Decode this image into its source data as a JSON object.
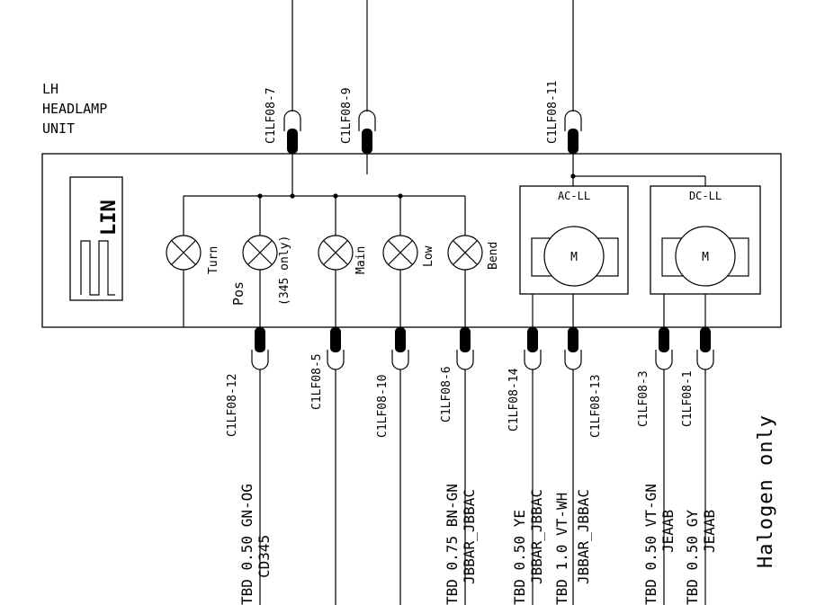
{
  "unit_title": [
    "LH",
    "HEADLAMP",
    "UNIT"
  ],
  "lin_label": "LIN",
  "top_connectors": [
    "C1LF08-7",
    "C1LF08-9",
    "C1LF08-11"
  ],
  "lamps": [
    {
      "label": "Turn"
    },
    {
      "label": "Pos",
      "sub": "(345 only)"
    },
    {
      "label": "Main"
    },
    {
      "label": "Low"
    },
    {
      "label": "Bend"
    }
  ],
  "motors": [
    {
      "title": "AC-LL",
      "symbol": "M"
    },
    {
      "title": "DC-LL",
      "symbol": "M"
    }
  ],
  "bottom_connectors": [
    "C1LF08-12",
    "C1LF08-5",
    "C1LF08-10",
    "C1LF08-6",
    "C1LF08-14",
    "C1LF08-13",
    "C1LF08-3",
    "C1LF08-1"
  ],
  "wires": [
    {
      "spec": "TBD 0.50 GN-OG",
      "dest": "CD345"
    },
    {
      "spec": "TBD 0.75 BN-GN",
      "dest": "JBBAR_JBBAC"
    },
    {
      "spec": "TBD 0.50 YE",
      "dest": "JBBAR_JBBAC"
    },
    {
      "spec": "TBD 1.0  VT-WH",
      "dest": "JBBAR_JBBAC"
    },
    {
      "spec": "TBD 0.50 VT-GN",
      "dest": "JEAAB"
    },
    {
      "spec": "TBD 0.50 GY",
      "dest": "JEAAB"
    }
  ],
  "note": "Halogen only"
}
